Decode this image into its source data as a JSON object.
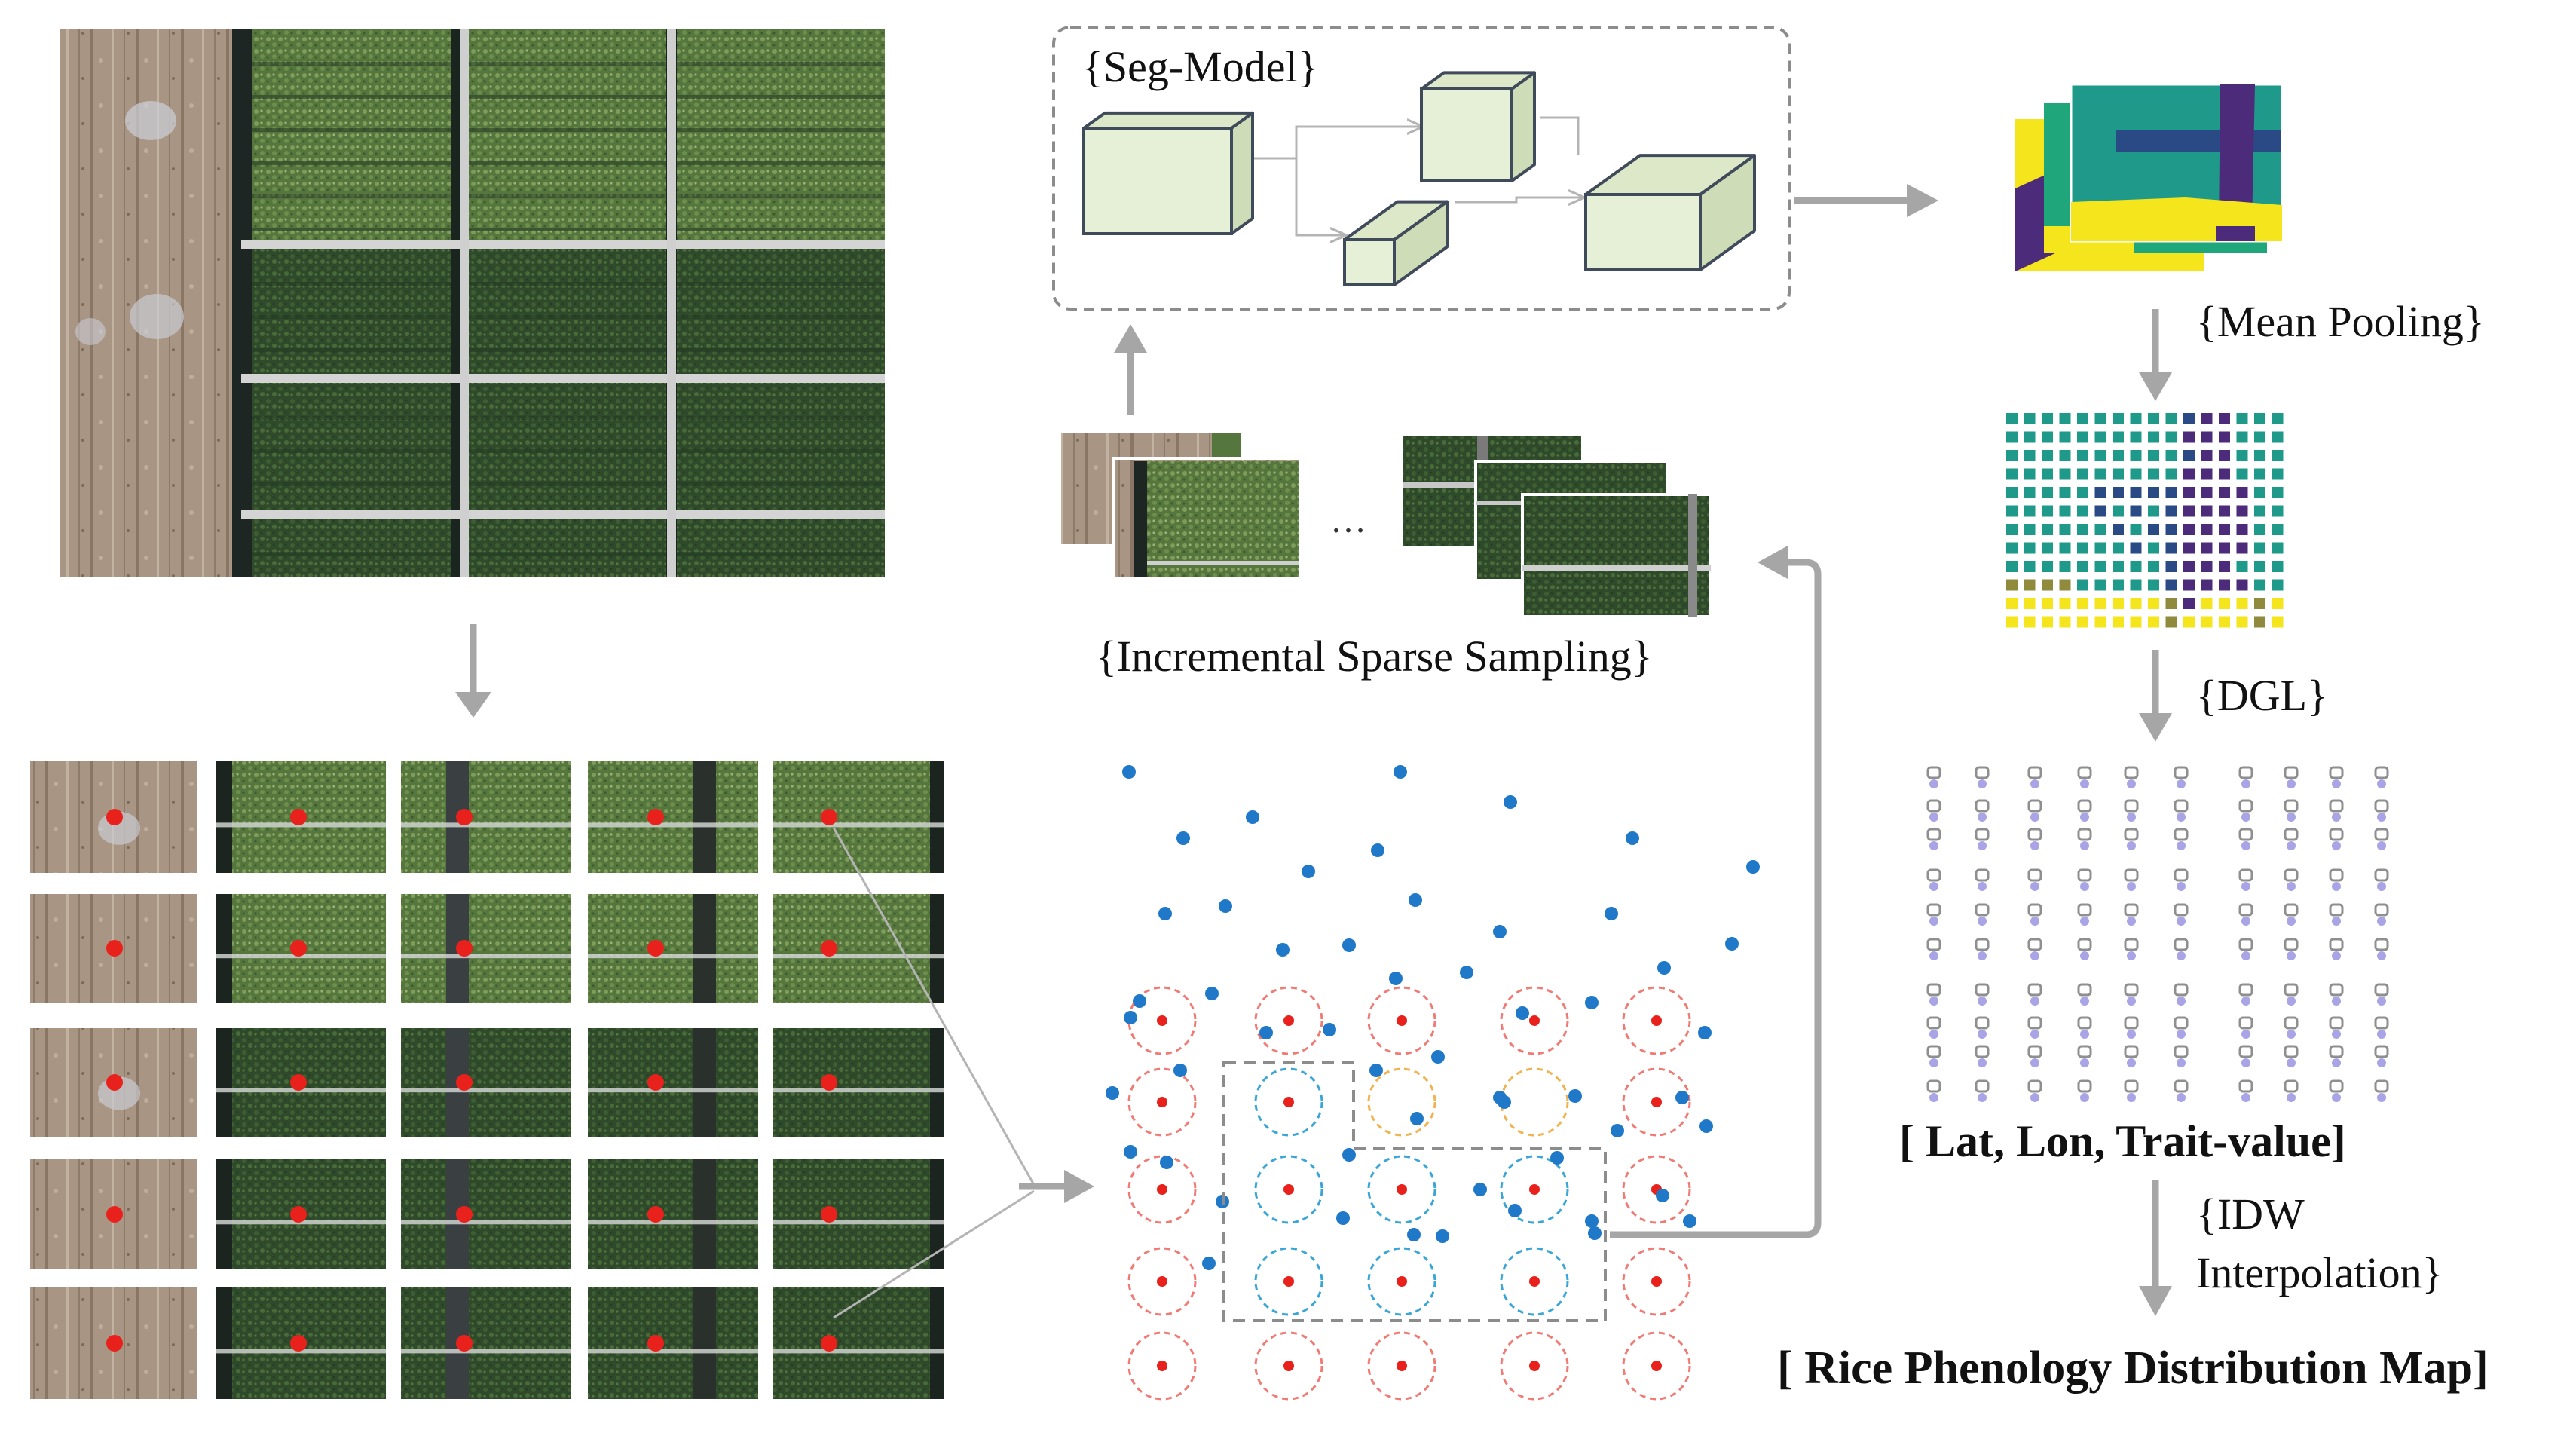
{
  "labels": {
    "seg_model": "{Seg-Model}",
    "incremental_sparse_sampling": "{Incremental Sparse Sampling}",
    "ellipsis": "…",
    "mean_pooling": "{Mean Pooling}",
    "dgl": "{DGL}",
    "lat_lon_trait": "[ Lat, Lon, Trait-value]",
    "idw_line1": "{IDW",
    "idw_line2": "Interpolation}",
    "rice_map": "[ Rice Phenology Distribution Map]"
  },
  "colors": {
    "arrow": "#a6a6a6",
    "cube_face": "#e6f0d6",
    "cube_side": "#cfdcb8",
    "cube_top": "#dde8c8",
    "cube_edge": "#3f4a5a",
    "plot_dot_red": "#e8211c",
    "scatter_blue": "#1f78c8",
    "ring_red": "#f07a74",
    "ring_blue": "#3aa6d8",
    "ring_orange": "#f0b350",
    "dashed_box": "#8c8c8c",
    "viridis_teal": "#1f9a8a",
    "viridis_purple": "#4b2b7a",
    "viridis_yellow": "#f5e51c",
    "viridis_olive": "#8f8a3c",
    "viridis_navy": "#2a4a86",
    "node_gray": "#8f8f8f",
    "node_lilac": "#a9a4e6"
  },
  "icons": {
    "field_photo": "aerial-rice-field-photo",
    "plot_tiles": "field-plot-tile-grid",
    "segmentation_cubes": "cnn-feature-block-icon",
    "seg_masks": "segmentation-mask-stack",
    "pooled_grid": "pooled-feature-grid",
    "graph_nodes": "graph-node-grid",
    "scatter": "spatial-sample-scatter"
  }
}
